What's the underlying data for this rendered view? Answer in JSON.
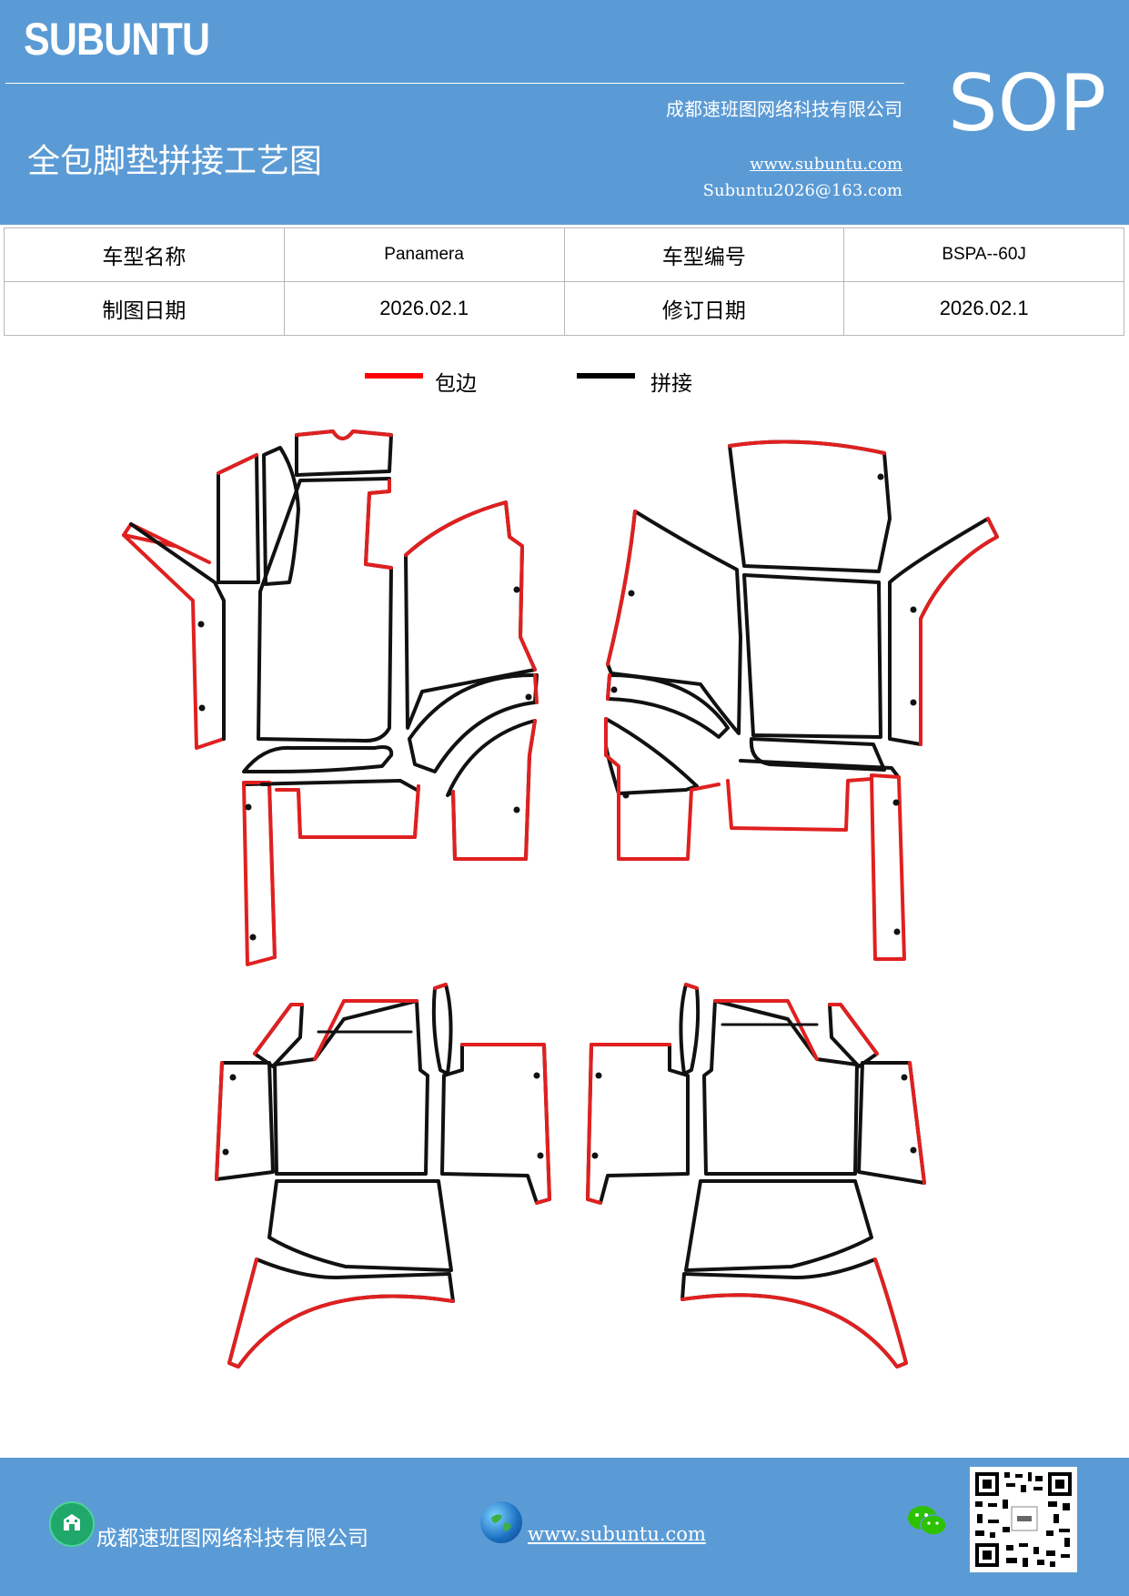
{
  "header": {
    "brand": "SUBUNTU",
    "company": "成都速班图网络科技有限公司",
    "title": "全包脚垫拼接工艺图",
    "website": "www.subuntu.com",
    "email": "Subuntu2026@163.com",
    "badge": "SOP"
  },
  "info_table": {
    "rows": [
      [
        "车型名称",
        "Panamera",
        "车型编号",
        "BSPA--60J"
      ],
      [
        "制图日期",
        "2026.02.1",
        "修订日期",
        "2026.02.1"
      ]
    ]
  },
  "legend": {
    "items": [
      {
        "label": "包边",
        "color": "#ff0000"
      },
      {
        "label": "拼接",
        "color": "#000000"
      }
    ]
  },
  "diagram": {
    "edge_color": "#e02020",
    "seam_color": "#111111"
  },
  "footer": {
    "company": "成都速班图网络科技有限公司",
    "website": "www.subuntu.com ",
    "icons": [
      "building-icon",
      "globe-icon",
      "wechat-icon",
      "qr-code"
    ]
  }
}
